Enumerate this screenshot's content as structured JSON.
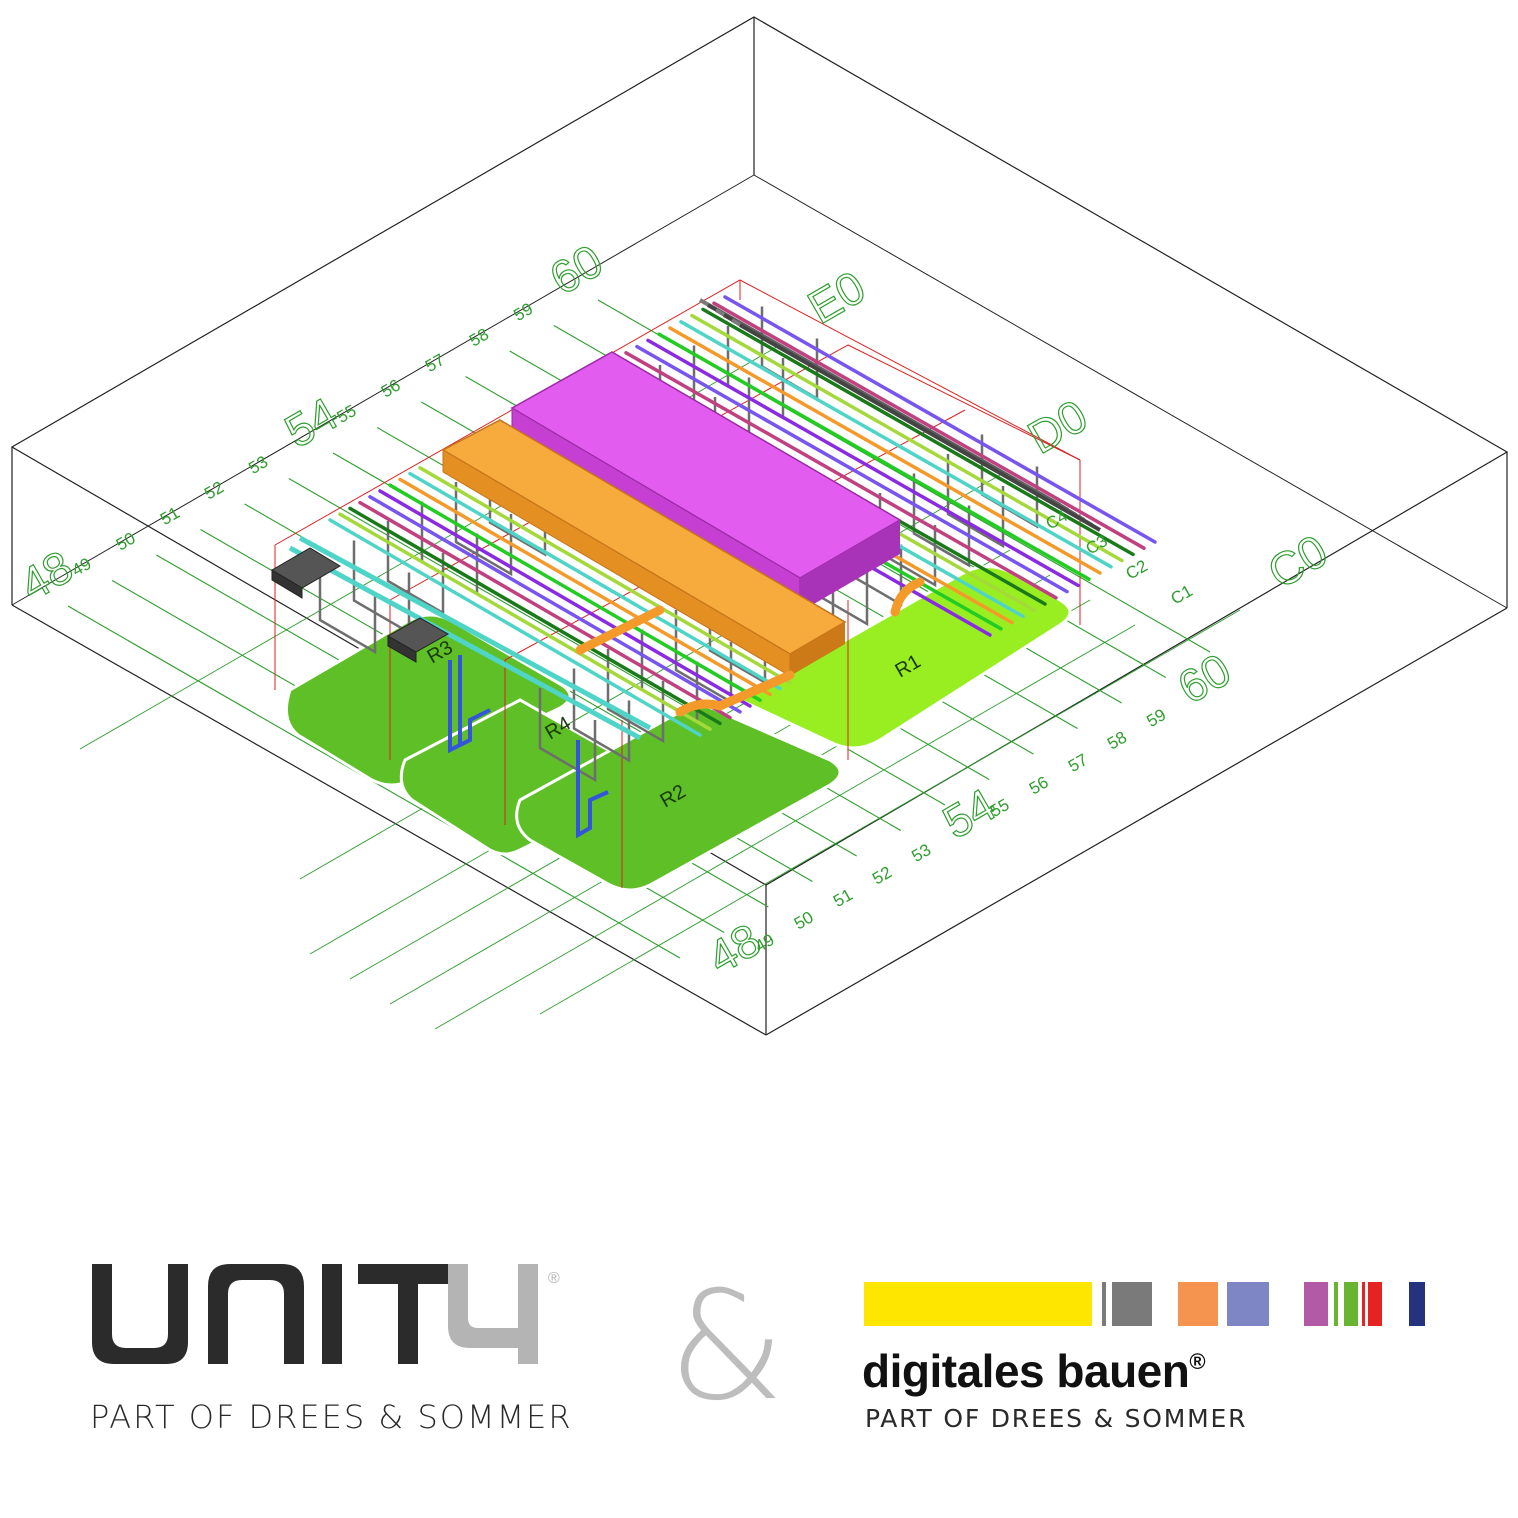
{
  "model_view": {
    "grid_labels_left": [
      "48",
      "49",
      "50",
      "51",
      "52",
      "53",
      "54",
      "55",
      "56",
      "57",
      "58",
      "59",
      "60"
    ],
    "grid_labels_right": [
      "48",
      "49",
      "50",
      "51",
      "52",
      "53",
      "54",
      "55",
      "56",
      "57",
      "58",
      "59",
      "60"
    ],
    "row_labels_right": [
      "C0",
      "C1",
      "C2",
      "C3",
      "C4",
      "D0",
      "E0"
    ],
    "room_labels": [
      "R1",
      "R2",
      "R3",
      "R4"
    ],
    "colors": {
      "grid_green": "#2e9e2e",
      "slab_light": "#99ee22",
      "slab_dark": "#5fbf26",
      "duct_magenta": "#e35cf0",
      "duct_orange": "#f6ab3c",
      "pipe_orange": "#f39a2a",
      "pipe_purple": "#8a2be2",
      "pipe_cyan": "#4fd4c8",
      "frame_red": "#dd2222",
      "steel_grey": "#6e6e6e",
      "blue_riser": "#3355dd"
    }
  },
  "footer": {
    "unit4": {
      "logo_text": "UNIT 4",
      "registered": "®",
      "tagline": "PART OF DREES & SOMMER"
    },
    "ampersand": "&",
    "digitales_bauen": {
      "logo_text": "digitales bauen",
      "registered": "®",
      "tagline": "PART OF DREES & SOMMER",
      "bar_colors": [
        "#ffe600",
        "#7a7a7a",
        "#f5944e",
        "#7f86c6",
        "#b25aa6",
        "#69b532",
        "#e52321",
        "#25337f"
      ]
    }
  }
}
